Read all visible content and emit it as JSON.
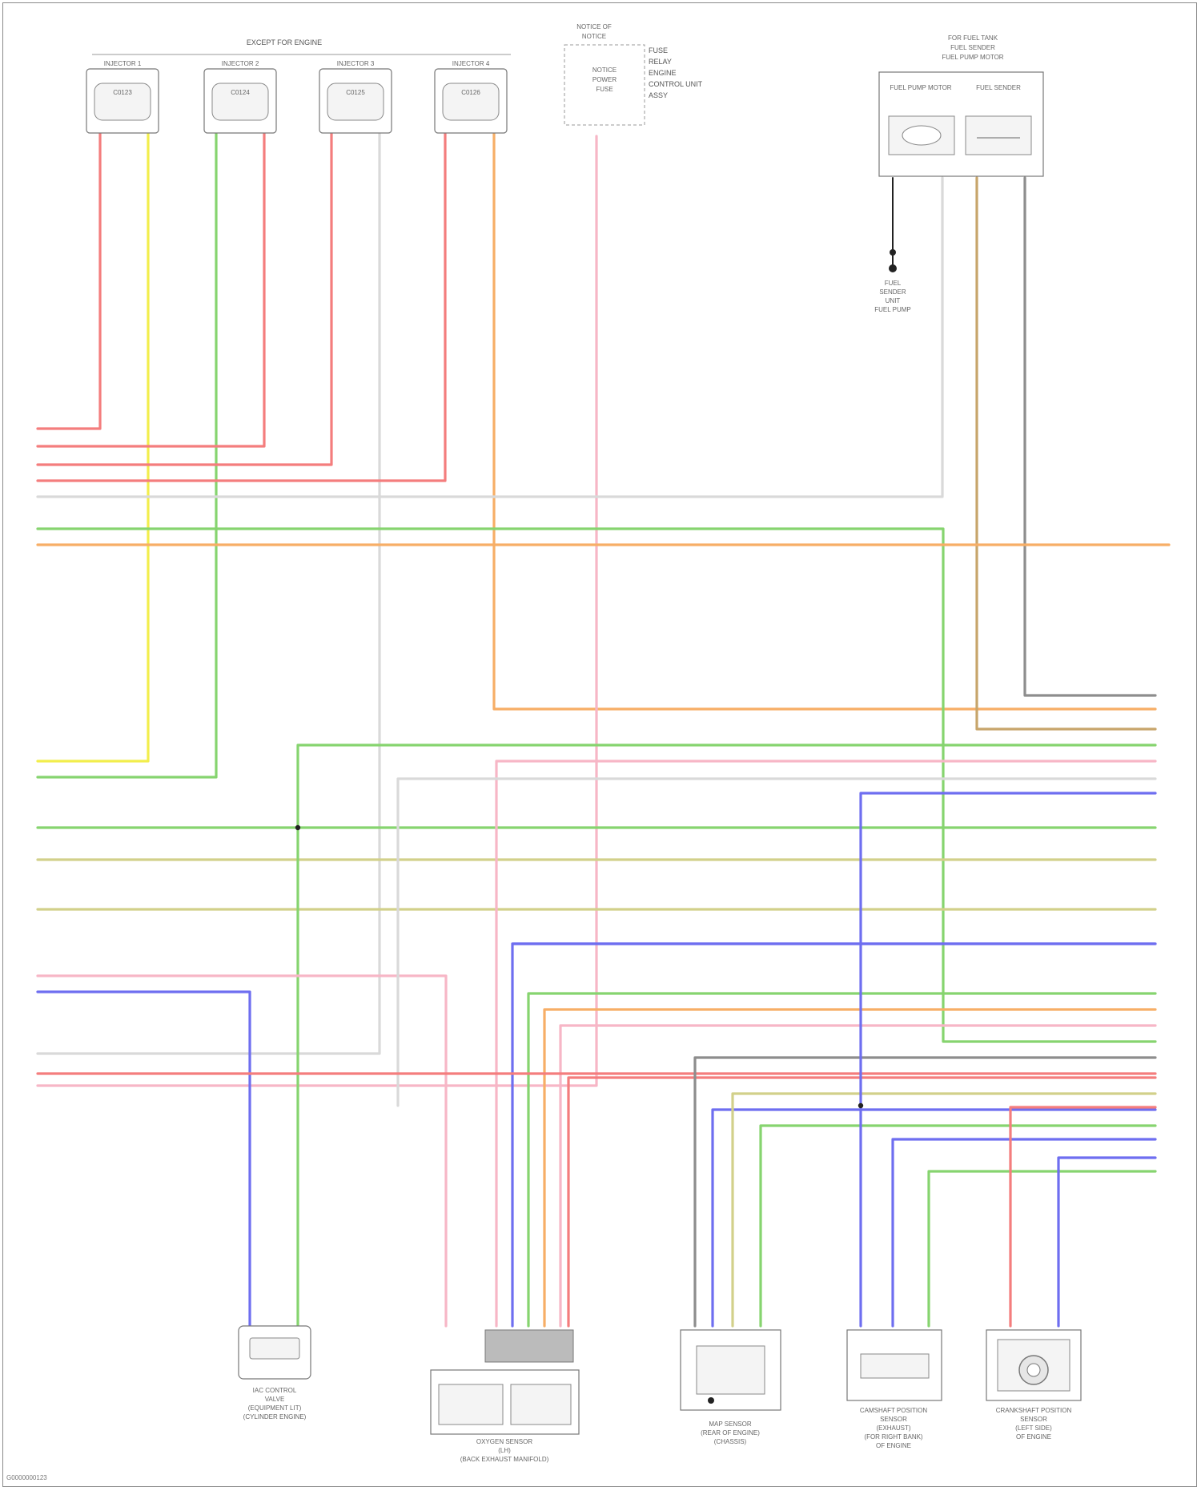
{
  "injectors_group": {
    "header": "EXCEPT FOR ENGINE",
    "injectors": [
      {
        "name": "INJECTOR 1",
        "code": "C0123"
      },
      {
        "name": "INJECTOR 2",
        "code": "C0124"
      },
      {
        "name": "INJECTOR 3",
        "code": "C0125"
      },
      {
        "name": "INJECTOR 4",
        "code": "C0126"
      }
    ]
  },
  "knock_relay": {
    "header_line1": "NOTICE OF",
    "header_line2": "NOTICE",
    "inner_line1": "NOTICE",
    "inner_line2": "POWER",
    "inner_line3": "FUSE",
    "notes": [
      "FUSE",
      "RELAY",
      "ENGINE",
      "CONTROL UNIT",
      "ASSY"
    ]
  },
  "fuel_pump_group": {
    "header_line1": "FOR FUEL TANK",
    "header_line2": "FUEL SENDER",
    "header_line3": "FUEL PUMP MOTOR",
    "left_label": "FUEL PUMP MOTOR",
    "right_label": "FUEL SENDER"
  },
  "ground": {
    "line1": "FUEL",
    "line2": "SENDER",
    "line3": "UNIT",
    "line4": "FUEL PUMP"
  },
  "bottom_components": [
    {
      "line1": "IAC CONTROL",
      "line2": "VALVE",
      "line3": "(EQUIPMENT LIT)",
      "line4": "(CYLINDER ENGINE)"
    },
    {
      "line1": "OXYGEN SENSOR",
      "line2": "(LH)",
      "line3": "(BACK EXHAUST MANIFOLD)"
    },
    {
      "line1": "MAP SENSOR",
      "line2": "(REAR OF ENGINE)",
      "line3": "(CHASSIS)"
    },
    {
      "line1": "CAMSHAFT POSITION",
      "line2": "SENSOR",
      "line3": "(EXHAUST)",
      "line4": "(FOR RIGHT BANK)",
      "line5": "OF ENGINE"
    },
    {
      "line1": "CRANKSHAFT POSITION",
      "line2": "SENSOR",
      "line3": "(LEFT SIDE)",
      "line4": "OF ENGINE"
    }
  ],
  "colors": {
    "red": "#f47d7d",
    "yellow": "#f2ee4c",
    "green": "#86d46f",
    "orange": "#f7ae66",
    "pink": "#f7b6c6",
    "white": "#d9d9d9",
    "blue": "#6e6ef0",
    "olive": "#d2d08a",
    "gray": "#8d8d8d",
    "tan": "#c7a56b"
  },
  "footer_code": "G0000000123"
}
